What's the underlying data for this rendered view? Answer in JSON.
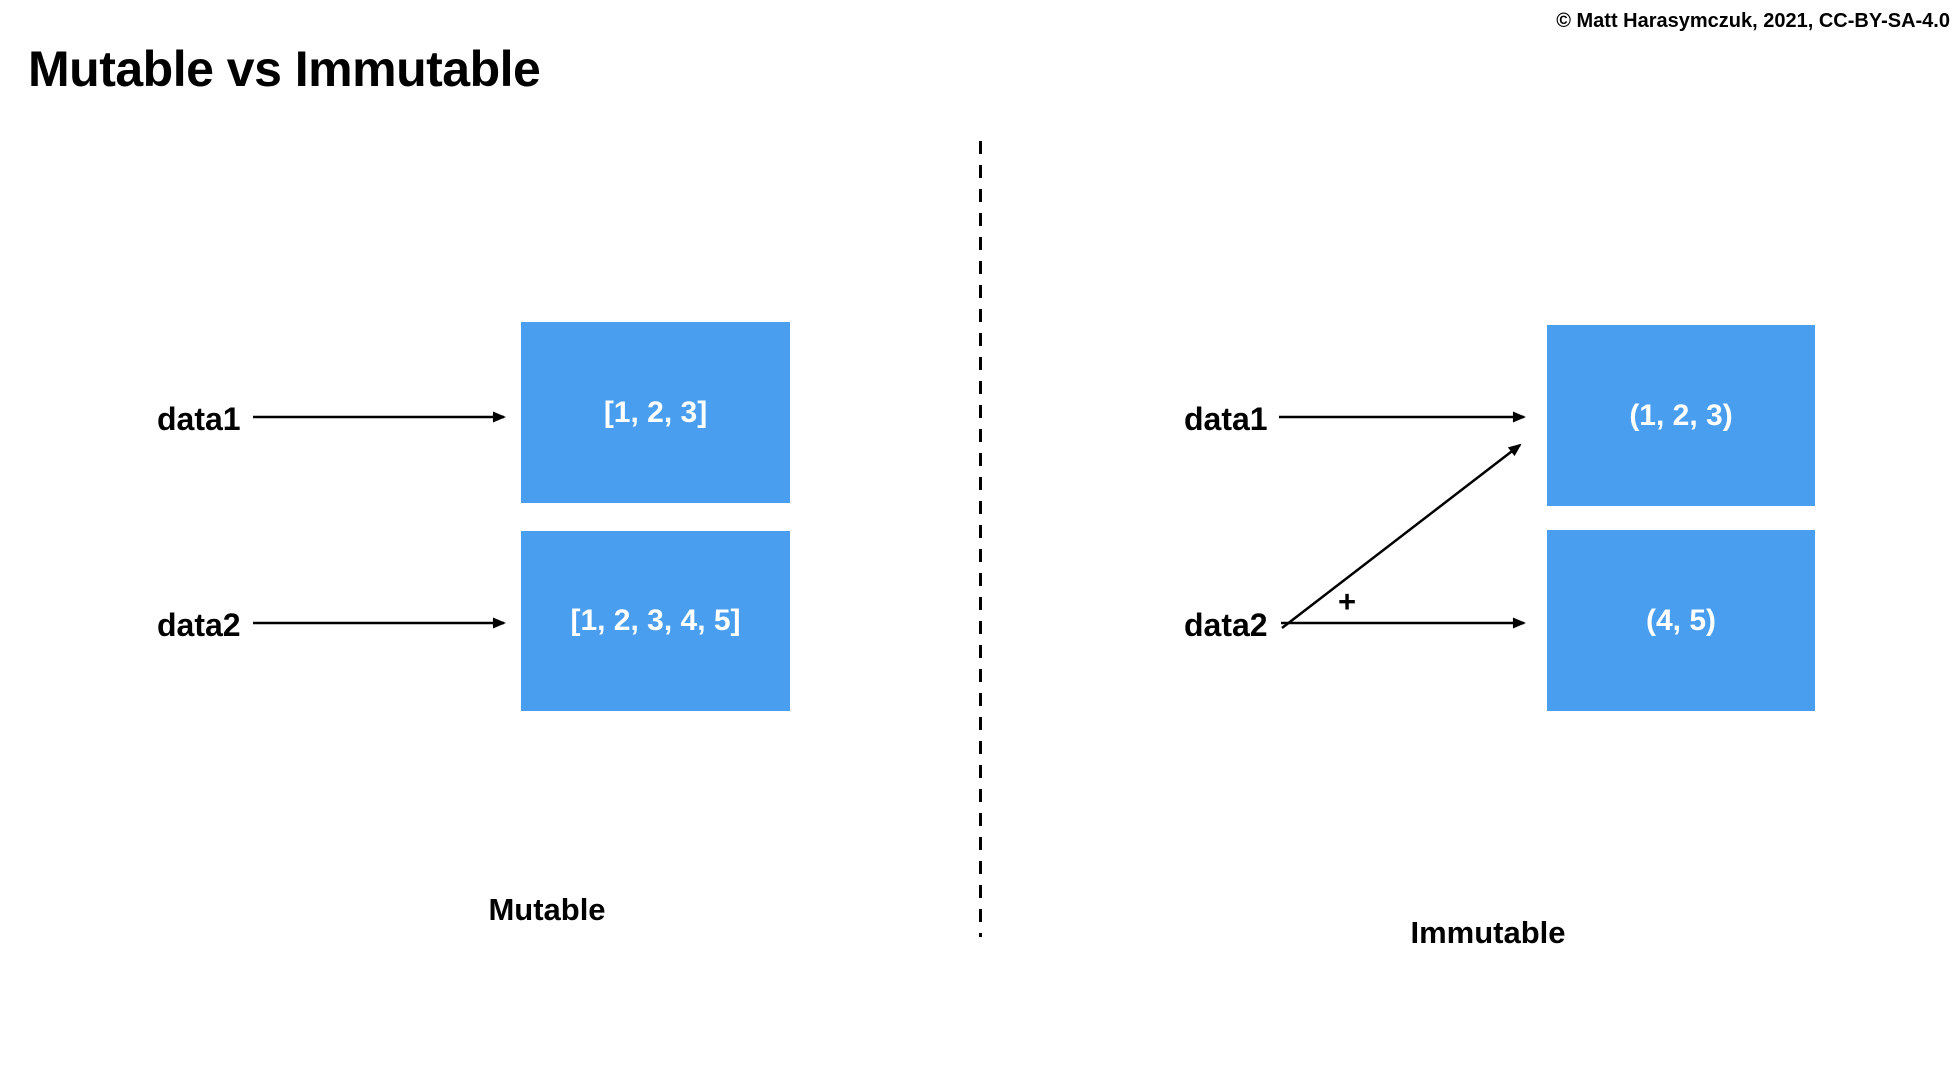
{
  "header": {
    "title": "Mutable vs Immutable",
    "copyright": "© Matt Harasymczuk, 2021, CC-BY-SA-4.0"
  },
  "colors": {
    "box_fill": "#4A9EF0",
    "box_text": "#FFFFFF",
    "ink": "#000000"
  },
  "left": {
    "caption": "Mutable",
    "var1": "data1",
    "var2": "data2",
    "box1": "[1, 2, 3]",
    "box2": "[1, 2, 3, 4, 5]"
  },
  "right": {
    "caption": "Immutable",
    "var1": "data1",
    "var2": "data2",
    "box1": "(1, 2, 3)",
    "box2": "(4, 5)",
    "plus": "+"
  }
}
